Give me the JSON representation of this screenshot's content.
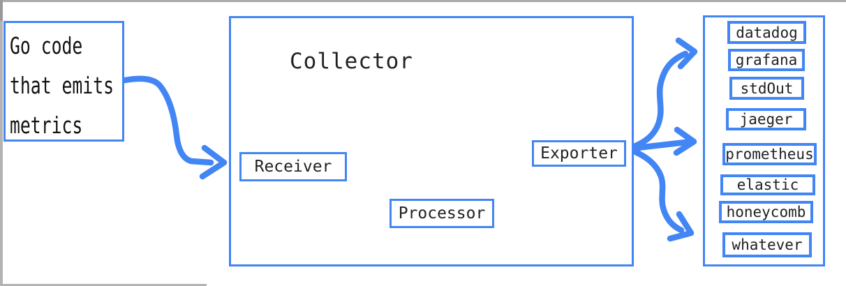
{
  "colors": {
    "accent": "#4285f4",
    "ink": "#202124",
    "frame_gray": "#b3b3b3"
  },
  "source_box": {
    "lines": [
      "Go code",
      "that emits",
      "metrics"
    ]
  },
  "collector": {
    "title": "Collector",
    "receiver_label": "Receiver",
    "processor_label": "Processor",
    "exporter_label": "Exporter"
  },
  "destinations": {
    "items": [
      "datadog",
      "grafana",
      "stdOut",
      "jaeger",
      "prometheus",
      "elastic",
      "honeycomb",
      "whatever"
    ]
  }
}
